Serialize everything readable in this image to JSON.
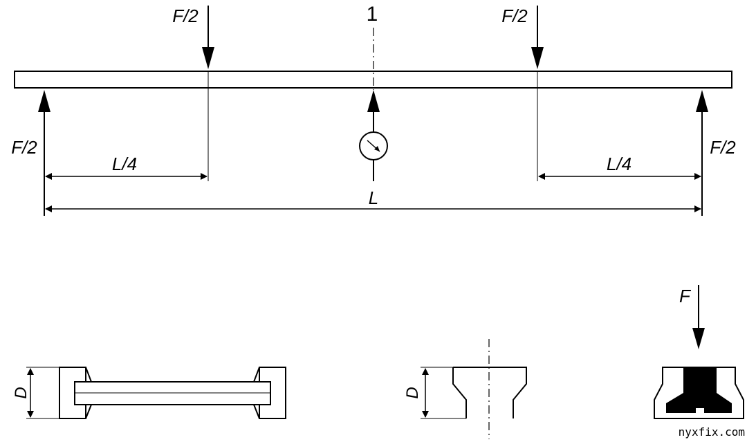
{
  "beam_diagram": {
    "center_label": "1",
    "top_load_left": "F/2",
    "top_load_right": "F/2",
    "support_left": "F/2",
    "support_right": "F/2",
    "span_left": "L/4",
    "span_right": "L/4",
    "span_total": "L"
  },
  "sections": {
    "side_view_dim": "D",
    "half_section_dim": "D",
    "load_label": "F"
  },
  "watermark": "nyxfix.com"
}
